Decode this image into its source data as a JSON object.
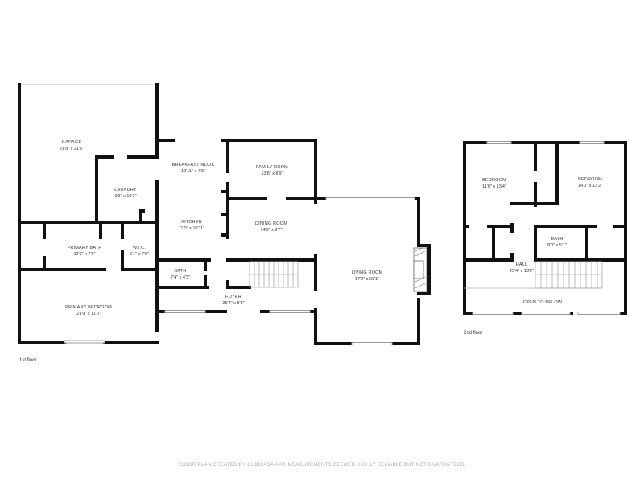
{
  "floors": [
    {
      "label": "1st floor",
      "rooms": [
        {
          "name": "GARAGE",
          "dims": "21'8\" x 21'5\""
        },
        {
          "name": "LAUNDRY",
          "dims": "9'3\" x 10'1\""
        },
        {
          "name": "BREAKFAST NOOK",
          "dims": "10'11\" x 7'9\""
        },
        {
          "name": "FAMILY ROOM",
          "dims": "13'8\" x 8'9\""
        },
        {
          "name": "KITCHEN",
          "dims": "11'0\" x 10'11\""
        },
        {
          "name": "DINING ROOM",
          "dims": "14'0\" x 9'7\""
        },
        {
          "name": "PRIMARY BATH",
          "dims": "12'3\" x 7'6\""
        },
        {
          "name": "W.I.C.",
          "dims": "5'1\" x 7'6\""
        },
        {
          "name": "BATH",
          "dims": "7'4\" x 4'3\""
        },
        {
          "name": "LIVING ROOM",
          "dims": "17'9\" x 23'1\""
        },
        {
          "name": "FOYER",
          "dims": "25'4\" x 8'3\""
        },
        {
          "name": "PRIMARY BEDROOM",
          "dims": "21'9\" x 11'0\""
        }
      ]
    },
    {
      "label": "2nd floor",
      "rooms": [
        {
          "name": "BEDROOM",
          "dims": "11'0\" x 13'4\""
        },
        {
          "name": "BEDROOM",
          "dims": "14'0\" x 13'2\""
        },
        {
          "name": "BATH",
          "dims": "8'0\" x 5'1\""
        },
        {
          "name": "HALL",
          "dims": "25'4\" x 13'2\""
        },
        {
          "name": "OPEN TO BELOW",
          "dims": ""
        }
      ]
    }
  ],
  "footer": "FLOOR PLAN CREATED BY CUBICASA APP. MEASUREMENTS DEEMED HIGHLY RELIABLE BUT NOT GUARANTEED."
}
